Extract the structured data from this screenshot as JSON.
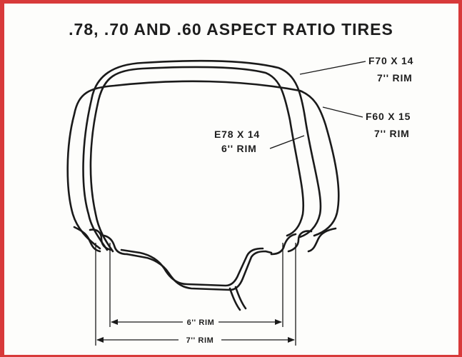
{
  "title": ".78, .70 AND .60 ASPECT RATIO TIRES",
  "labels": {
    "f70": {
      "line1": "F70 X 14",
      "line2": "7'' RIM"
    },
    "f60": {
      "line1": "F60 X 15",
      "line2": "7'' RIM"
    },
    "e78": {
      "line1": "E78 X 14",
      "line2": "6'' RIM"
    }
  },
  "dimensions": {
    "rim6": "6'' RIM",
    "rim7": "7'' RIM"
  },
  "colors": {
    "frame": "#d83a3a",
    "ink": "#1a1a1a",
    "paper": "#fdfdfb"
  }
}
